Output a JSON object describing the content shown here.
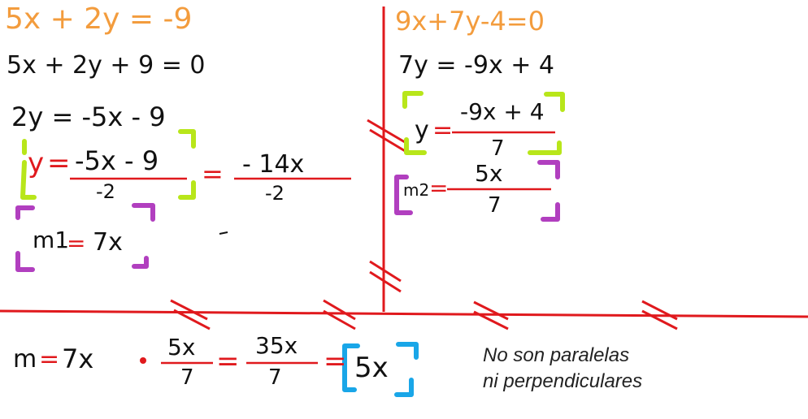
{
  "left_column": {
    "eq_original": "5x + 2y = -9",
    "eq_zero": "5x + 2y + 9 = 0",
    "eq_iso": "2y = -5x - 9",
    "y_label": "y",
    "y_equals": "=",
    "frac1_num": "-5x - 9",
    "frac1_den": "-2",
    "frac2_equals": "=",
    "frac2_num": "- 14x",
    "frac2_den": "-2",
    "m1_label": "m1",
    "m1_equals": "=",
    "m1_value": "7x"
  },
  "right_column": {
    "eq_original": "9x+7y-4=0",
    "eq_iso": "7y = -9x + 4",
    "y_label": "y",
    "y_equals": "=",
    "frac_num": "-9x + 4",
    "frac_den": "7",
    "m2_label": "m2",
    "m2_equals": "=",
    "m2_num": "5x",
    "m2_den": "7"
  },
  "bottom": {
    "m_label": "m",
    "m_equals": "=",
    "m_value": "7x",
    "dot": "•",
    "f1_num": "5x",
    "f1_den": "7",
    "eq1": "=",
    "f2_num": "35x",
    "f2_den": "7",
    "eq2": "=",
    "result": "5x",
    "note_line1": "No son paralelas",
    "note_line2": "ni perpendiculares"
  },
  "colors": {
    "orange": "#f39c3d",
    "red": "#e0191d",
    "lime": "#b8e61a",
    "purple": "#b13fbf",
    "blue": "#19a6e8",
    "ink": "#111111"
  }
}
